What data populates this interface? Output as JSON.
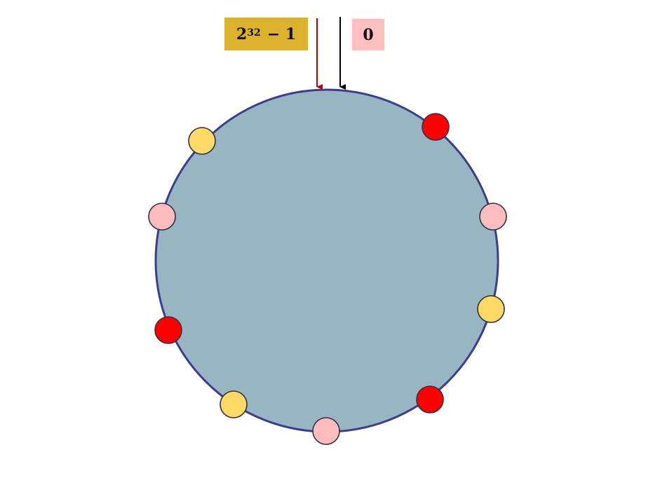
{
  "labels": {
    "max_base": "2",
    "max_exponent": "32",
    "max_suffix": "− 1",
    "zero": "0"
  },
  "colors": {
    "ring_fill": "#98b5c2",
    "ring_stroke": "#3b3d8f",
    "max_label_bg": "#dcb12c",
    "zero_label_bg": "#ffbfbf",
    "max_arrow": "#c00000",
    "zero_arrow": "#000000",
    "node_red": "#ff0000",
    "node_pink": "#ffbcbf",
    "node_yellow": "#ffd966",
    "node_stroke": "#2d3345"
  },
  "nodes": [
    {
      "name": "node-red-1",
      "color": "red"
    },
    {
      "name": "node-pink-1",
      "color": "pink"
    },
    {
      "name": "node-yellow-1",
      "color": "yellow"
    },
    {
      "name": "node-red-2",
      "color": "red"
    },
    {
      "name": "node-pink-2",
      "color": "pink"
    },
    {
      "name": "node-yellow-2",
      "color": "yellow"
    },
    {
      "name": "node-red-3",
      "color": "red"
    },
    {
      "name": "node-pink-3",
      "color": "pink"
    },
    {
      "name": "node-yellow-3",
      "color": "yellow"
    }
  ]
}
